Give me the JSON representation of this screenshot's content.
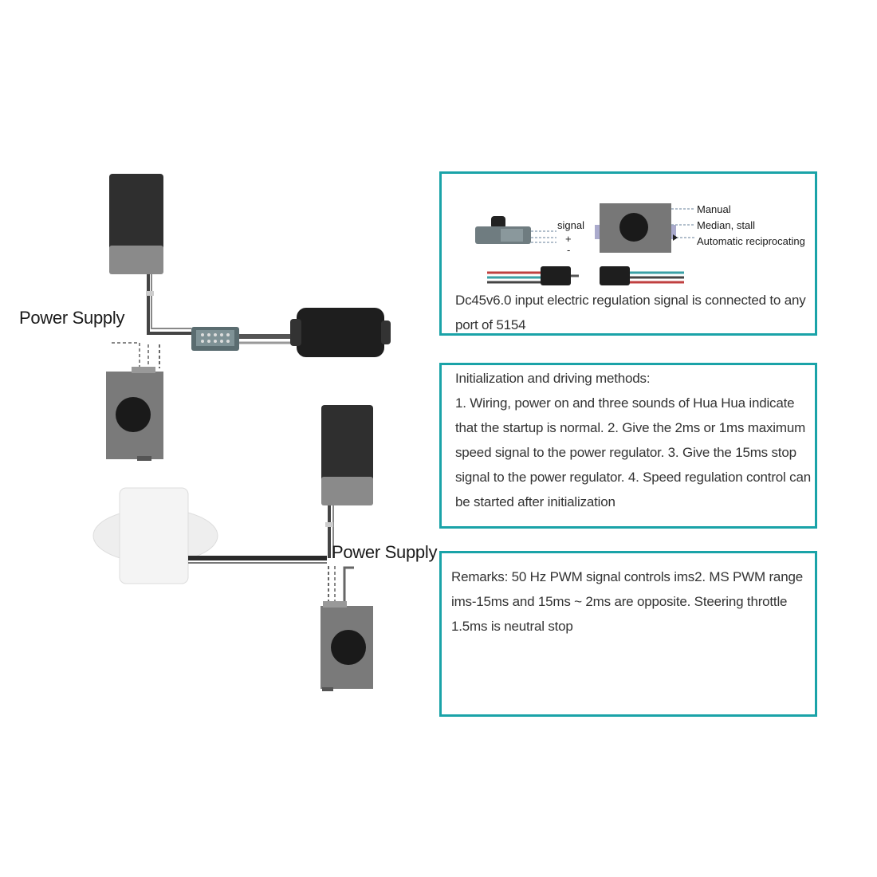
{
  "diagram": {
    "power_supply_top": "Power Supply",
    "power_supply_bottom": "Power Supply"
  },
  "box1": {
    "signal_labels": [
      "signal",
      "+",
      "-"
    ],
    "mode_labels": [
      "Manual",
      "Median, stall",
      "Automatic reciprocating"
    ],
    "caption_line1": "Dc45v6.0 input electric regulation signal is connected to any",
    "caption_line2": "port of 5154"
  },
  "box2": {
    "lines": [
      "Initialization and driving methods:",
      "1. Wiring, power on and three sounds of Hua Hua indicate",
      "that the startup is normal. 2. Give the 2ms or 1ms maximum",
      "speed signal to the power regulator. 3. Give the 15ms stop",
      "signal to the power regulator. 4. Speed regulation control can",
      "be started after initialization"
    ]
  },
  "box3": {
    "lines": [
      "Remarks: 50 Hz PWM signal controls ims2. MS PWM range",
      "ims-15ms and 15ms ~ 2ms are opposite. Steering throttle",
      "1.5ms is neutral stop"
    ]
  },
  "colors": {
    "accent": "#1aa3a8",
    "device_dark": "#2e2e2e",
    "device_gray": "#7a7a7a"
  }
}
